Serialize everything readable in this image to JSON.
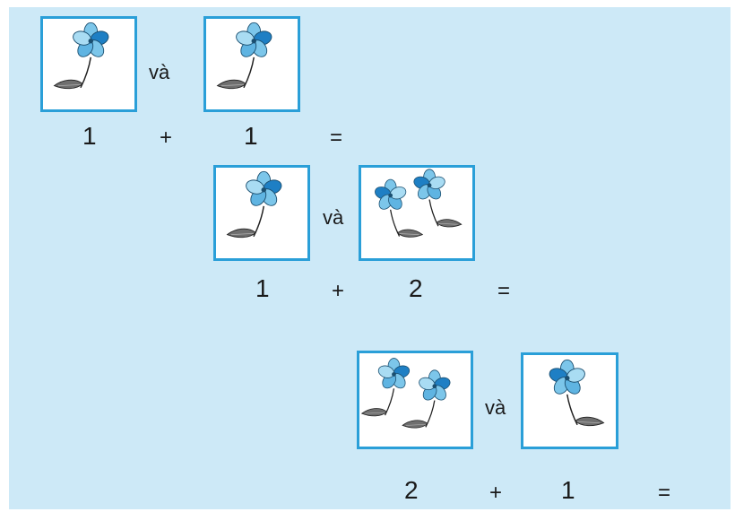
{
  "colors": {
    "background": "#cde9f7",
    "card_border": "#2a9fd8",
    "petal_dark": "#1e7fc4",
    "petal_light": "#7cc6ea",
    "leaf": "#6f6f6f"
  },
  "rows": [
    {
      "left_flowers": 1,
      "right_flowers": 1,
      "connector": "và",
      "a": "1",
      "plus": "+",
      "b": "1",
      "equals": "="
    },
    {
      "left_flowers": 1,
      "right_flowers": 2,
      "connector": "và",
      "a": "1",
      "plus": "+",
      "b": "2",
      "equals": "="
    },
    {
      "left_flowers": 2,
      "right_flowers": 1,
      "connector": "và",
      "a": "2",
      "plus": "+",
      "b": "1",
      "equals": "="
    }
  ]
}
